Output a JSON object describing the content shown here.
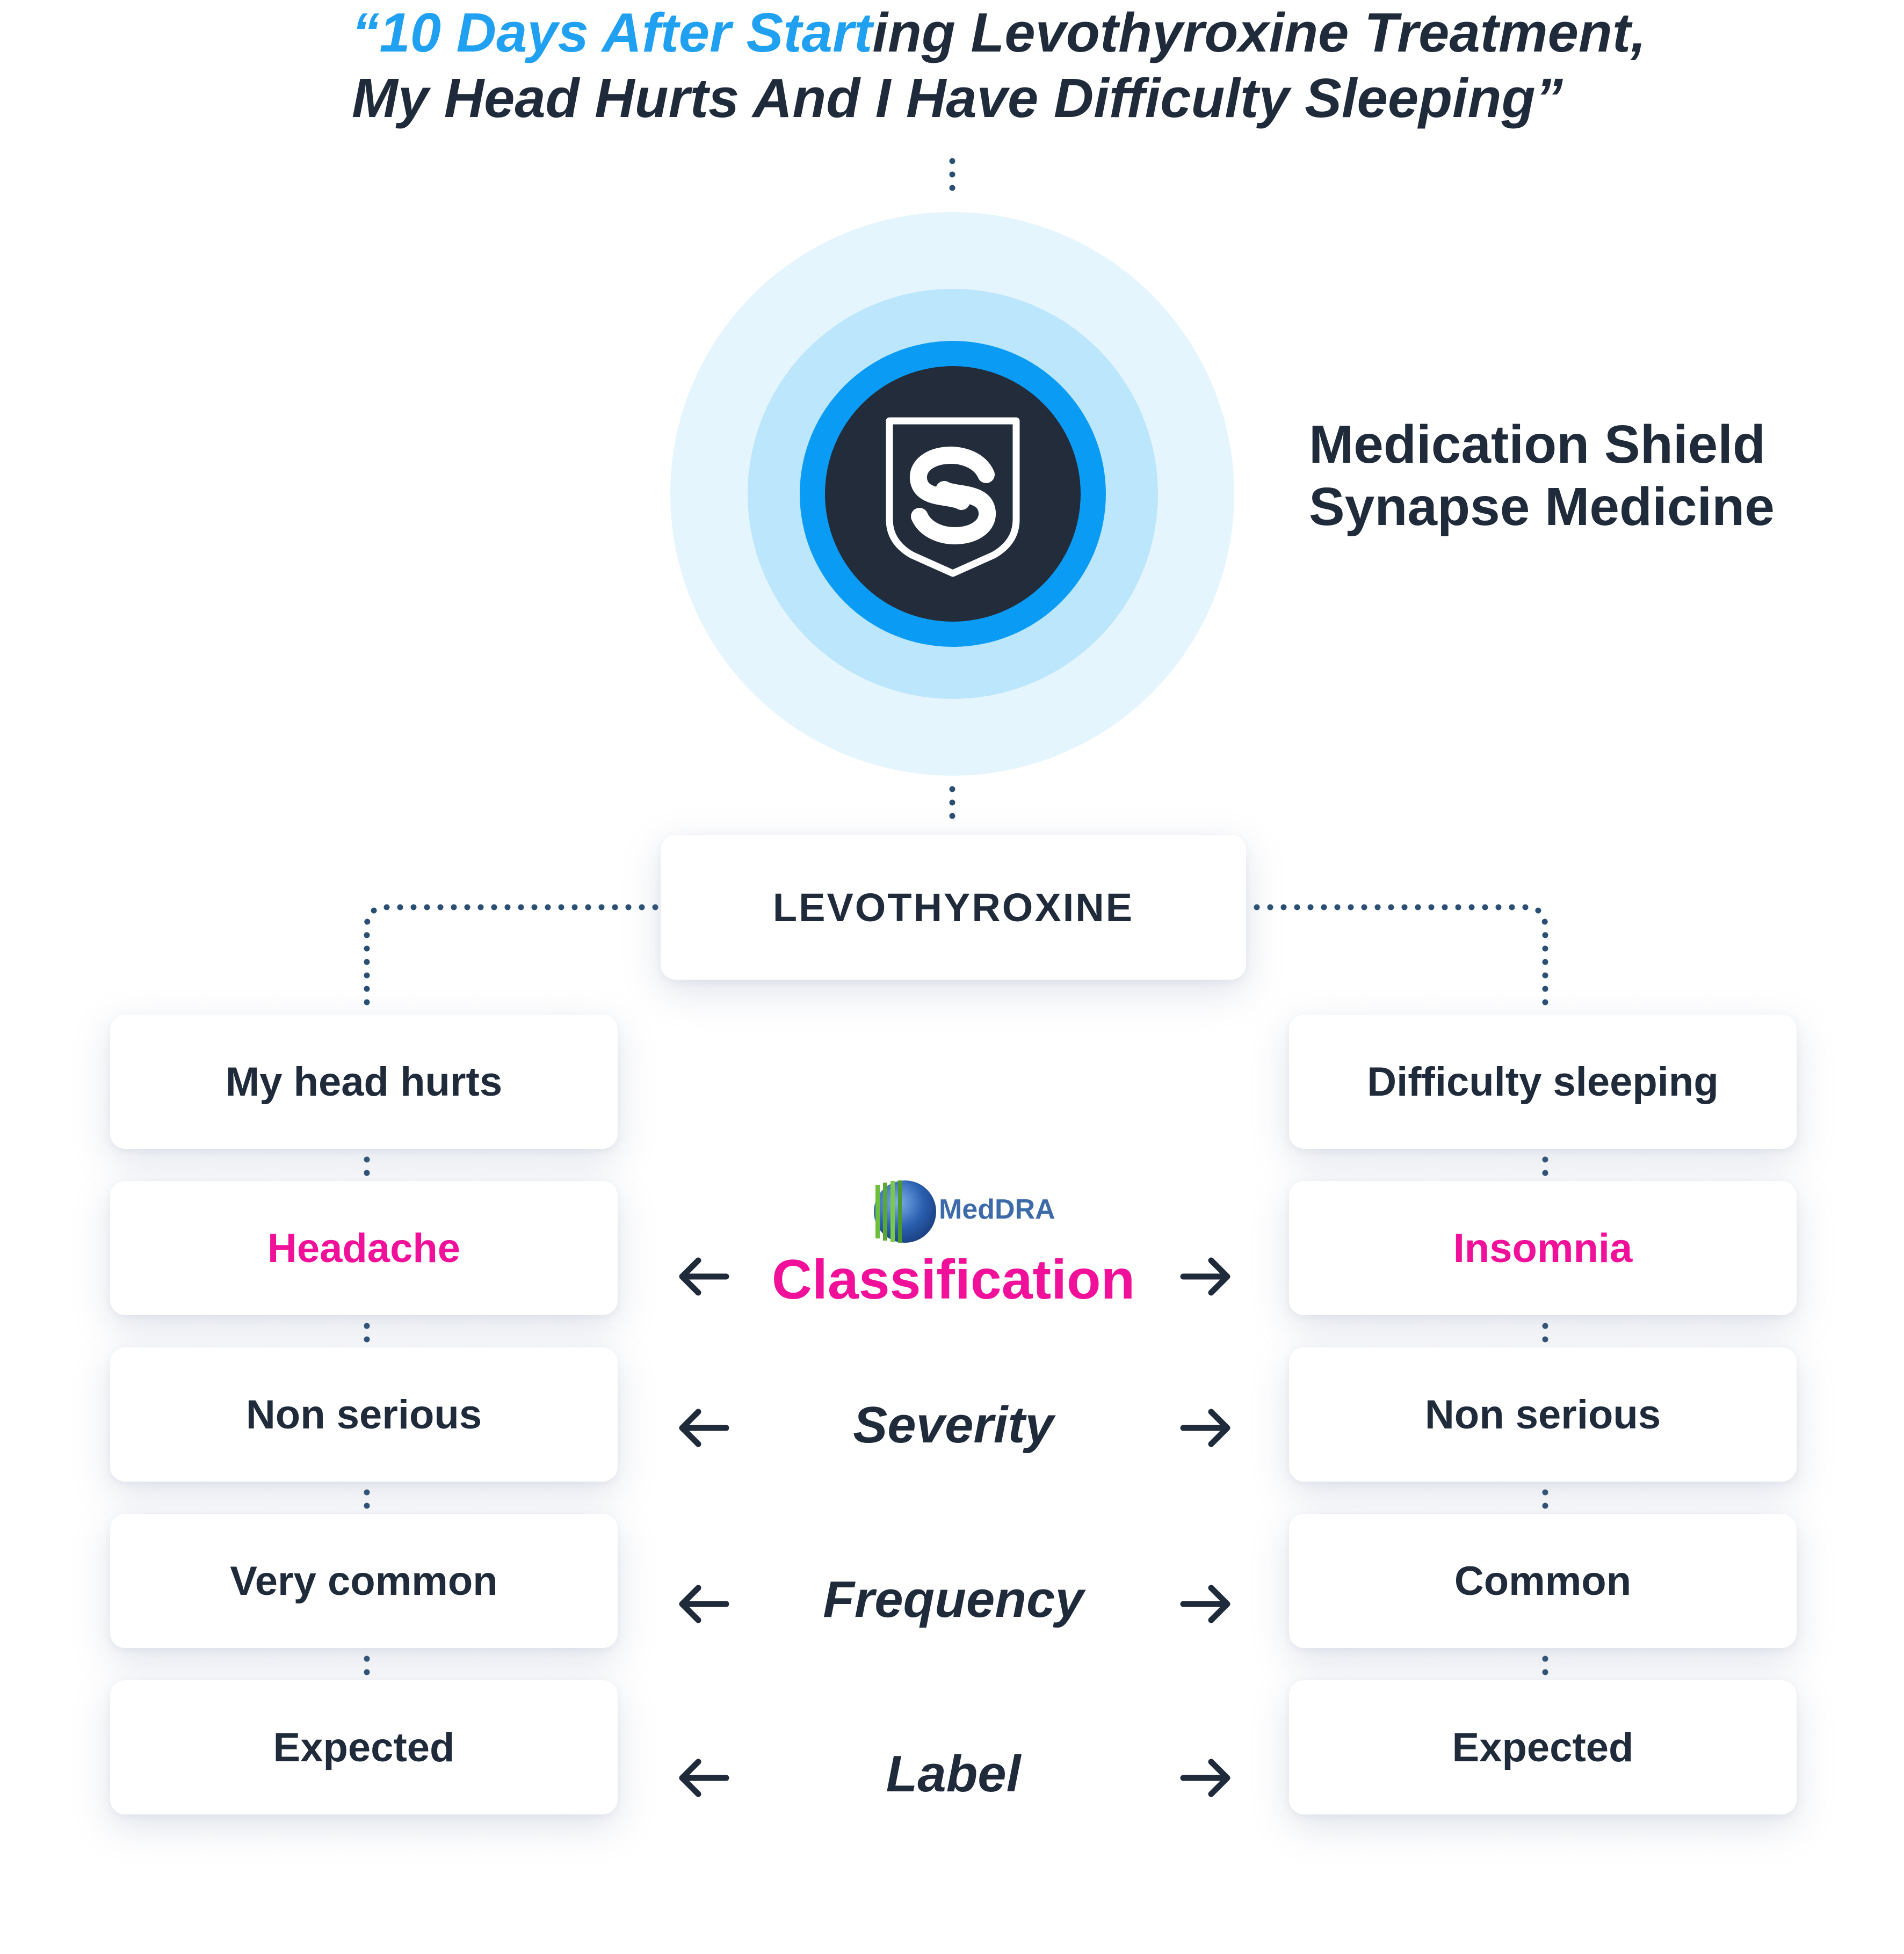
{
  "quote": {
    "line1_accent": "“10 Days After Start",
    "line1_rest": "ing Levothyroxine Treatment,",
    "line2": "My Head Hurts And I Have Difficulty Sleeping”"
  },
  "brand": {
    "line1": "Medication Shield",
    "line2": "Synapse Medicine"
  },
  "drug": "LEVOTHYROXINE",
  "meddra_logo_text": "MedDRA",
  "criteria": {
    "classification": "Classification",
    "severity": "Severity",
    "frequency": "Frequency",
    "label": "Label"
  },
  "left_column": {
    "symptom": "My head hurts",
    "classification": "Headache",
    "severity": "Non serious",
    "frequency": "Very common",
    "label": "Expected"
  },
  "right_column": {
    "symptom": "Difficulty sleeping",
    "classification": "Insomnia",
    "severity": "Non serious",
    "frequency": "Common",
    "label": "Expected"
  },
  "colors": {
    "accent_blue": "#1fa0f0",
    "highlight_pink": "#f0109a",
    "dark_navy": "#222c3a",
    "connector": "#2a4f73"
  },
  "icons": {
    "logo": "shield-s-icon",
    "arrow_left": "arrow-left-icon",
    "arrow_right": "arrow-right-icon"
  }
}
